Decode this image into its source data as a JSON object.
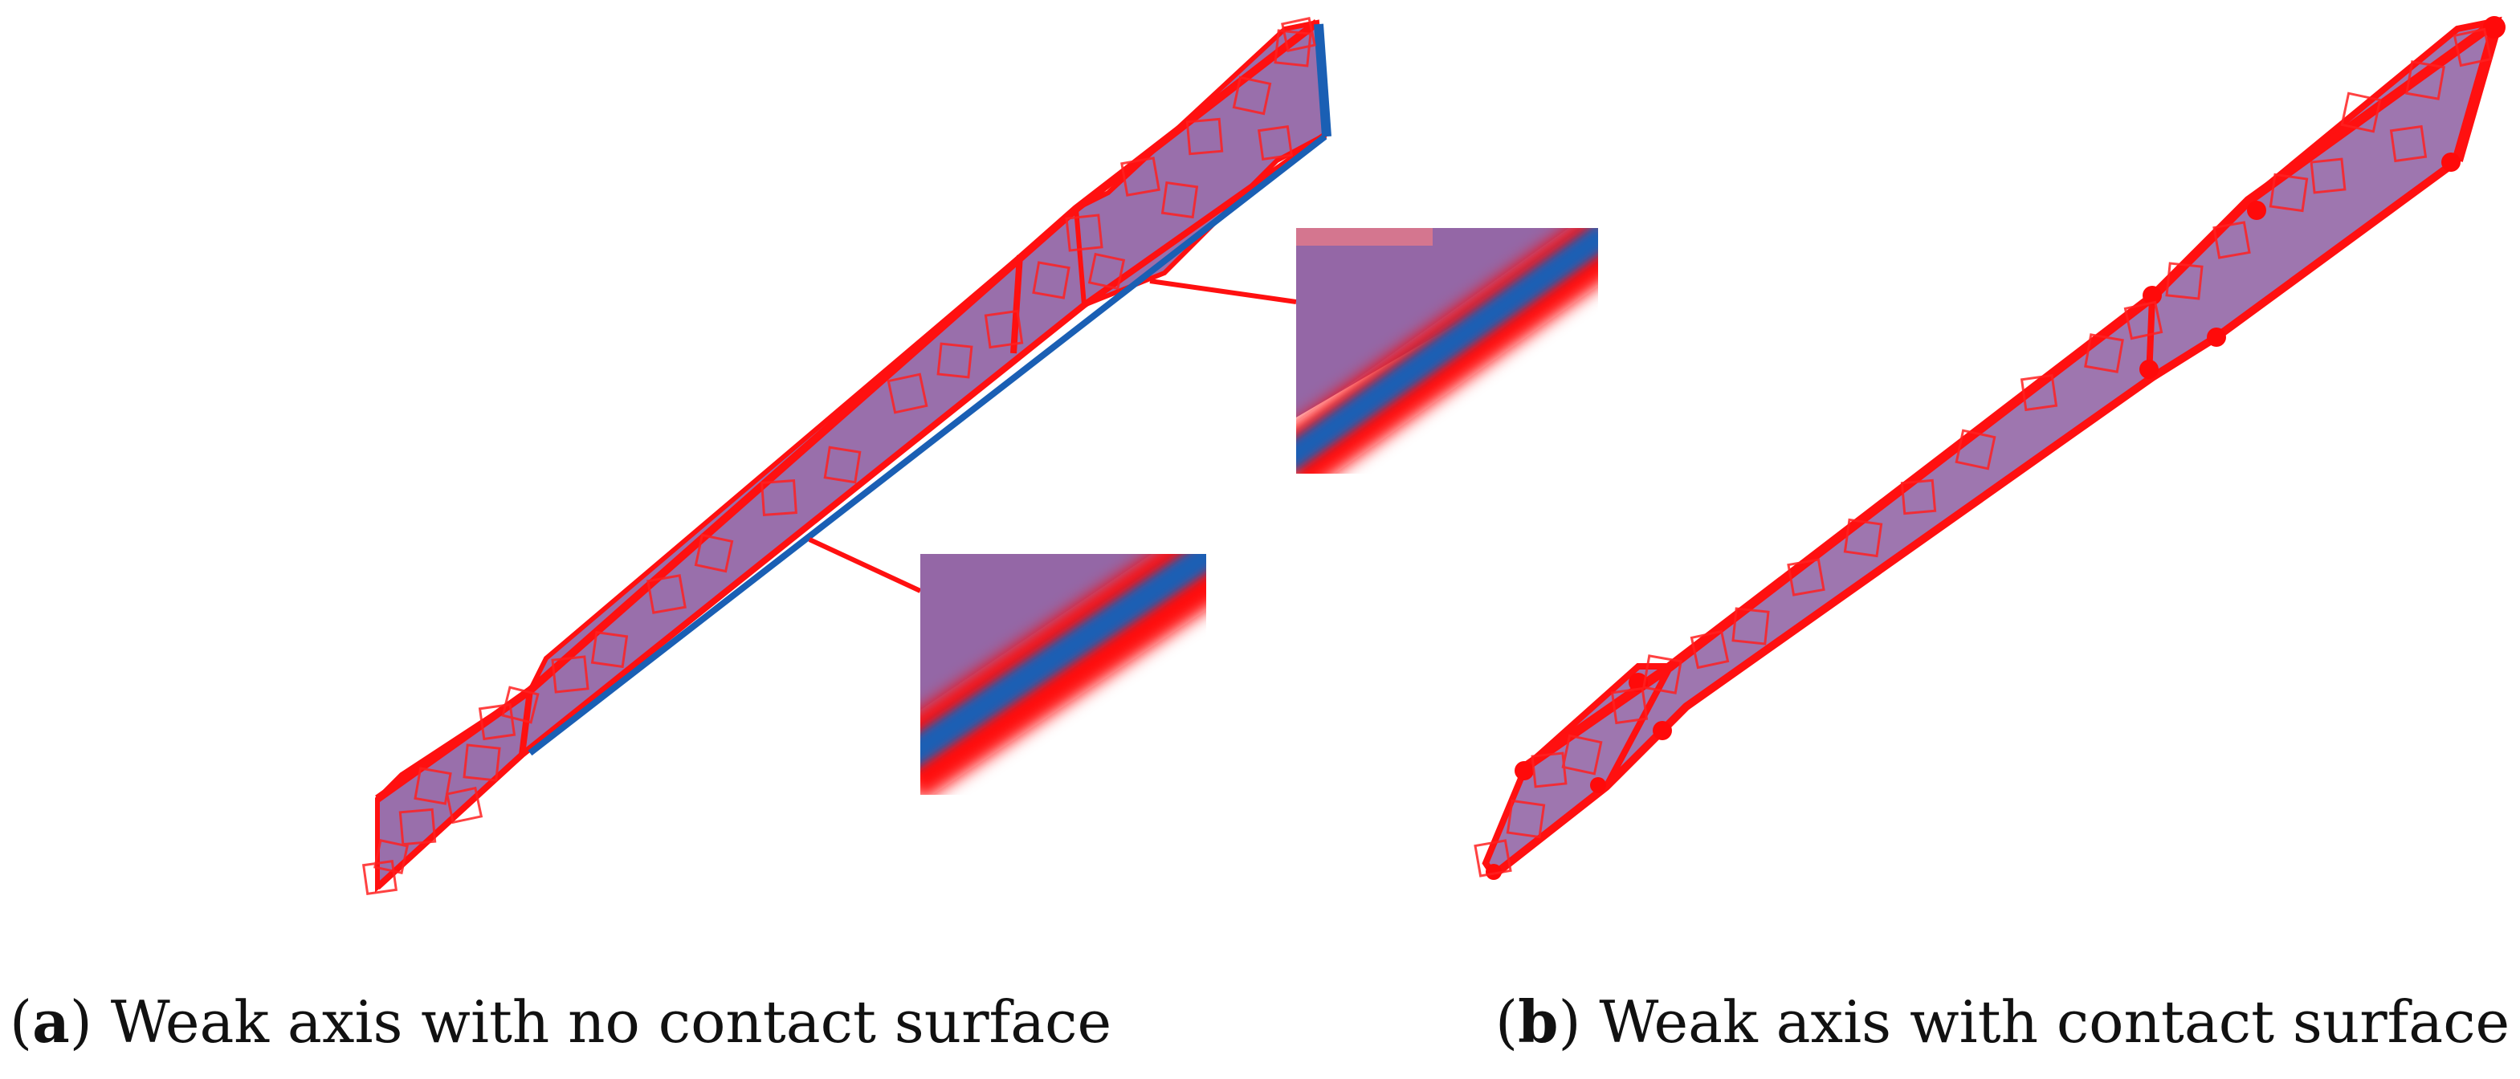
{
  "colors": {
    "background": "#ffffff",
    "member_fill": "#9467a6",
    "member_outline": "#ff1010",
    "weak_axis": "#1a5fb4",
    "callout_line": "#ff1010"
  },
  "panels": [
    {
      "letter": "a",
      "open_paren": "(",
      "close_paren": ")",
      "caption_text": " Weak axis with no contact surface"
    },
    {
      "letter": "b",
      "open_paren": "(",
      "close_paren": ")",
      "caption_text": " Weak axis with contact surface"
    }
  ]
}
